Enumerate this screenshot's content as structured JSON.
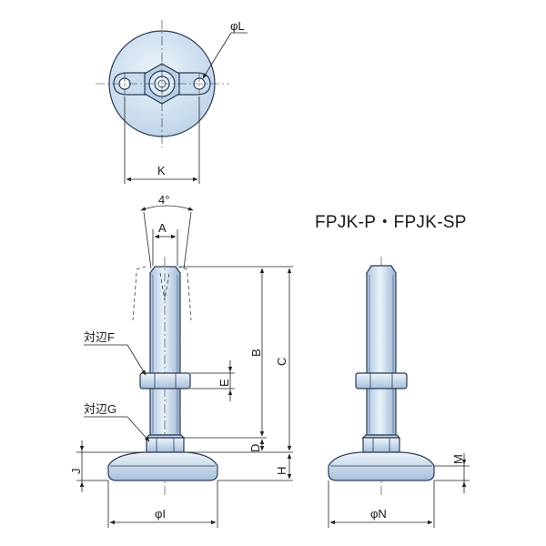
{
  "title": "FPJK-P・FPJK-SP",
  "labels": {
    "phi_L": "φL",
    "K": "K",
    "angle": "4°",
    "A": "A",
    "B": "B",
    "C": "C",
    "D": "D",
    "E": "E",
    "H": "H",
    "J": "J",
    "M": "M",
    "phi_I": "φI",
    "phi_N": "φN",
    "taihen_F": "対辺F",
    "taihen_G": "対辺G"
  },
  "colors": {
    "part_fill": "#d7e6f4",
    "part_fill_dark": "#a9c3de",
    "outline": "#2b3a55",
    "dimension": "#222222"
  }
}
